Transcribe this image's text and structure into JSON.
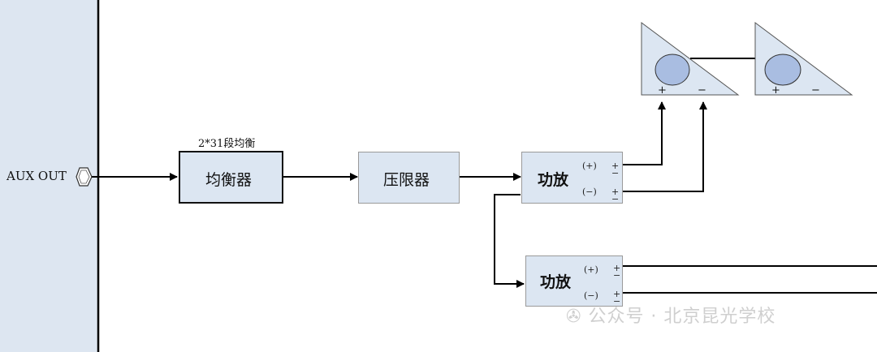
{
  "panel": {
    "label": "AUX OUT"
  },
  "blocks": {
    "equalizer": {
      "label": "均衡器",
      "caption": "2*31段均衡"
    },
    "limiter": {
      "label": "压限器"
    },
    "amp1": {
      "label": "功放",
      "pos": "(+)",
      "neg": "(−)"
    },
    "amp2": {
      "label": "功放",
      "pos": "(+)",
      "neg": "(−)"
    }
  },
  "speakers": {
    "plus": "+",
    "minus": "−"
  },
  "watermark": {
    "text": "公众号 · 北京昆光学校"
  },
  "colors": {
    "fill": "#dce6f2",
    "cone": "#a9bde1",
    "line": "#000000",
    "panel": "#dde6f1"
  }
}
